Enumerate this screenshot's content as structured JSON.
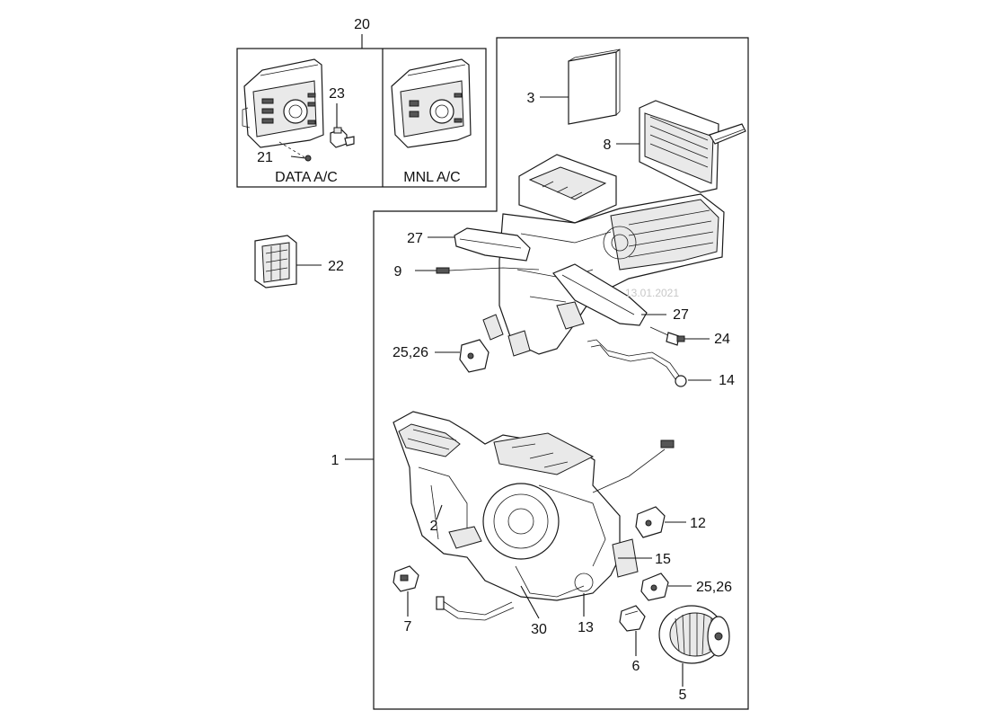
{
  "callouts": {
    "c20": "20",
    "c21": "21",
    "c23": "23",
    "c3": "3",
    "c8": "8",
    "c27a": "27",
    "c27b": "27",
    "c22": "22",
    "c9": "9",
    "c24": "24",
    "c2526a": "25,26",
    "c14": "14",
    "c1": "1",
    "c2": "2",
    "c12": "12",
    "c15": "15",
    "c2526b": "25,26",
    "c7": "7",
    "c30": "30",
    "c13": "13",
    "c6": "6",
    "c5": "5"
  },
  "captions": {
    "data_ac": "DATA A/C",
    "mnl_ac": "MNL A/C"
  },
  "watermark": {
    "line1": "",
    "line2": "13.01.2021"
  }
}
